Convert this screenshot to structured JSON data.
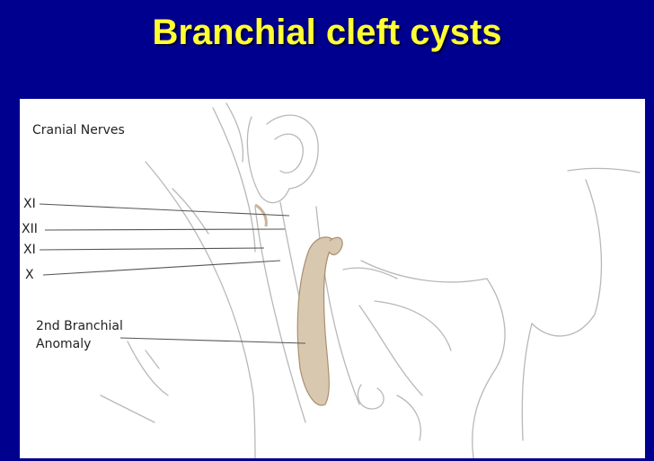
{
  "slide": {
    "title": "Branchial cleft cysts",
    "title_color": "#ffff33",
    "background_color": "#00008f"
  },
  "figure": {
    "heading": "Cranial Nerves",
    "nerve_labels": [
      "XI",
      "XII",
      "XI",
      "X"
    ],
    "anomaly_label": [
      "2nd Branchial",
      "Anomaly"
    ],
    "cyst_color": "#d9c8b0"
  }
}
